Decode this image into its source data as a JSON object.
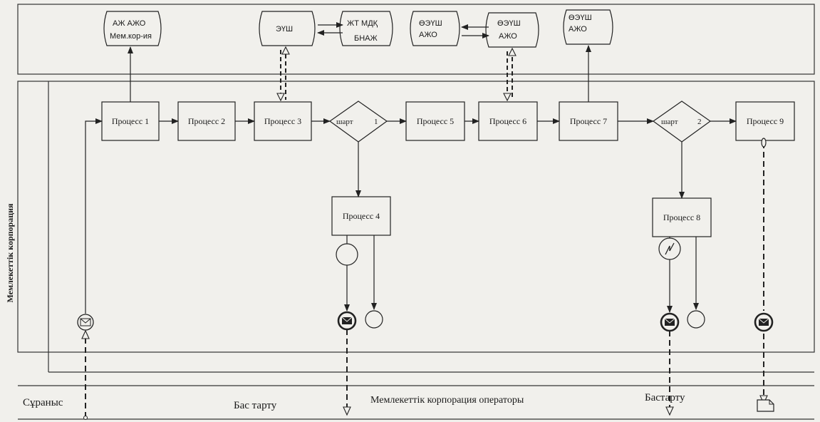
{
  "lane_label": "Мемлекеттік корпорация",
  "bottom": {
    "request": "Сұраныс",
    "refuse1": "Бас тарту",
    "operator": "Мемлекеттік корпорация операторы",
    "refuse2": "Бастарту"
  },
  "processes": {
    "p1": "Процесс 1",
    "p2": "Процесс 2",
    "p3": "Процесс 3",
    "p4": "Процесс 4",
    "p5": "Процесс 5",
    "p6": "Процесс 6",
    "p7": "Процесс 7",
    "p8": "Процесс 8",
    "p9": "Процесс 9"
  },
  "conditions": {
    "c1": {
      "label": "шарт",
      "num": "1"
    },
    "c2": {
      "label": "шарт",
      "num": "2"
    }
  },
  "systems": {
    "s1": {
      "line1": "АЖ АЖО",
      "line2": "Мем.кор-ия"
    },
    "s2": {
      "line1": "ЭҮШ"
    },
    "s3": {
      "line1": "ЖТ МДҚ",
      "line2": "БНАЖ"
    },
    "s4": {
      "line1": "ӨЭҮШ",
      "line2": "АЖО"
    },
    "s5": {
      "line1": "ӨЭҮШ",
      "line2": "АЖО"
    },
    "s6": {
      "line1": "ӨЭҮШ",
      "line2": "АЖО"
    }
  },
  "colors": {
    "line": "#222222",
    "paper": "#f1f0ec"
  }
}
